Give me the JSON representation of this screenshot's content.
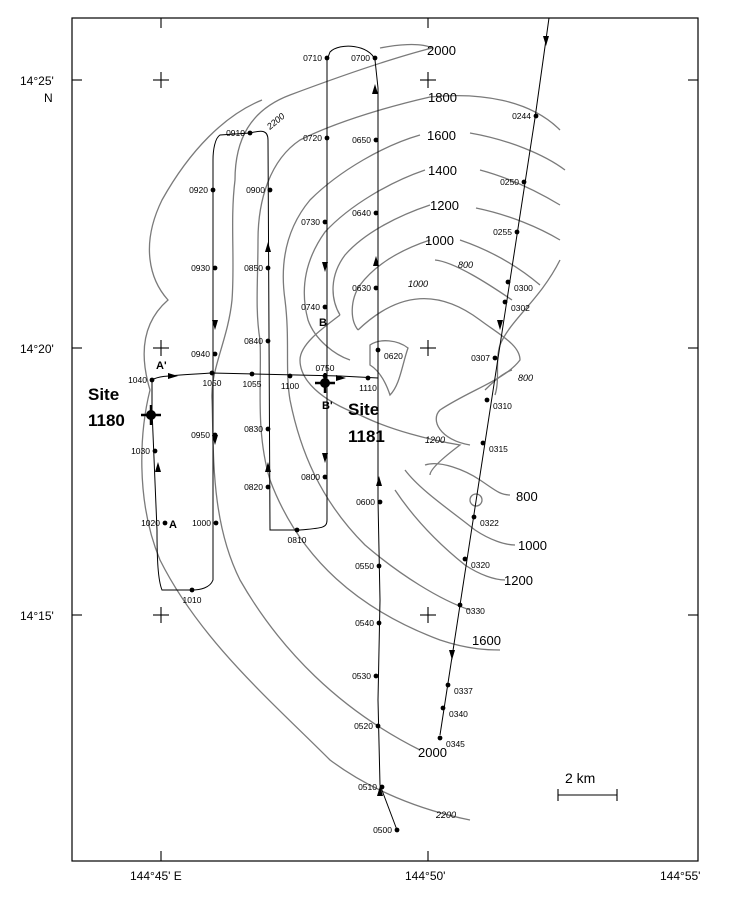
{
  "axes": {
    "lat_labels": [
      {
        "text": "14°25'",
        "sub": "N"
      },
      {
        "text": "14°20'",
        "sub": ""
      },
      {
        "text": "14°15'",
        "sub": ""
      }
    ],
    "lon_labels": [
      "144°45' E",
      "144°50'",
      "144°55'"
    ]
  },
  "sites": [
    {
      "line1": "Site",
      "line2": "1180"
    },
    {
      "line1": "Site",
      "line2": "1181"
    }
  ],
  "section_points": [
    "A'",
    "A",
    "B",
    "B'"
  ],
  "contour_labels": [
    "2000",
    "1800",
    "1600",
    "1400",
    "1200",
    "1000",
    "800",
    "1000",
    "800",
    "1200",
    "800",
    "1000",
    "1200",
    "1600",
    "2000",
    "2200",
    "2200"
  ],
  "time_labels": [
    "0710",
    "0700",
    "0910",
    "0720",
    "0650",
    "0920",
    "0900",
    "0730",
    "0640",
    "0930",
    "0850",
    "0630",
    "0740",
    "0840",
    "0940",
    "0620",
    "1040",
    "1050",
    "1055",
    "1100",
    "0750",
    "1110",
    "0950",
    "0830",
    "1030",
    "0820",
    "0800",
    "1020",
    "1000",
    "0810",
    "0600",
    "1010",
    "0550",
    "0540",
    "0530",
    "0520",
    "0510",
    "0500",
    "0244",
    "0250",
    "0255",
    "0300",
    "0302",
    "0307",
    "0310",
    "0315",
    "0322",
    "0320",
    "0330",
    "0337",
    "0340",
    "0345"
  ],
  "scale_bar": {
    "label": "2 km"
  }
}
